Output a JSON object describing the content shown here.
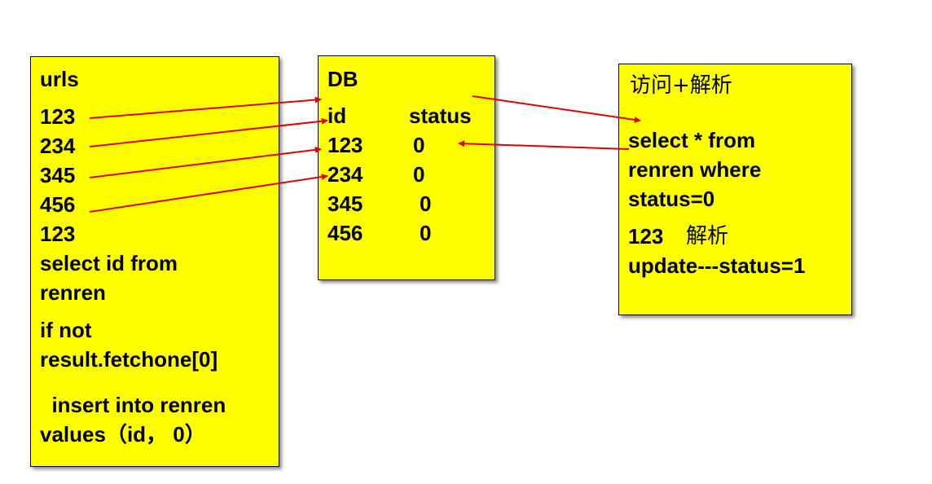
{
  "urls_box": {
    "title": "urls",
    "ids": [
      "123",
      "234",
      "345",
      "456",
      "123"
    ],
    "query_line1": "select id from",
    "query_line2": "renren",
    "cond_line1": "if not",
    "cond_line2": "result.fetchone[0]",
    "insert_line1": "  insert into renren",
    "insert_line2": "values（id， 0）"
  },
  "db_box": {
    "title": "DB",
    "col_id": "id",
    "col_status": "status",
    "rows": [
      {
        "id": "123",
        "status": "0"
      },
      {
        "id": "234",
        "status": "0"
      },
      {
        "id": "345",
        "status": "0"
      },
      {
        "id": "456",
        "status": "0"
      }
    ]
  },
  "parse_box": {
    "title": "访问+解析",
    "query_line1": "select * from",
    "query_line2": "renren where",
    "query_line3": "status=0",
    "parse_line_id": "123",
    "parse_line_text": "解析",
    "update_line": "update---status=1"
  },
  "colors": {
    "box_fill": "#ffff00",
    "arrow": "#e00000"
  }
}
